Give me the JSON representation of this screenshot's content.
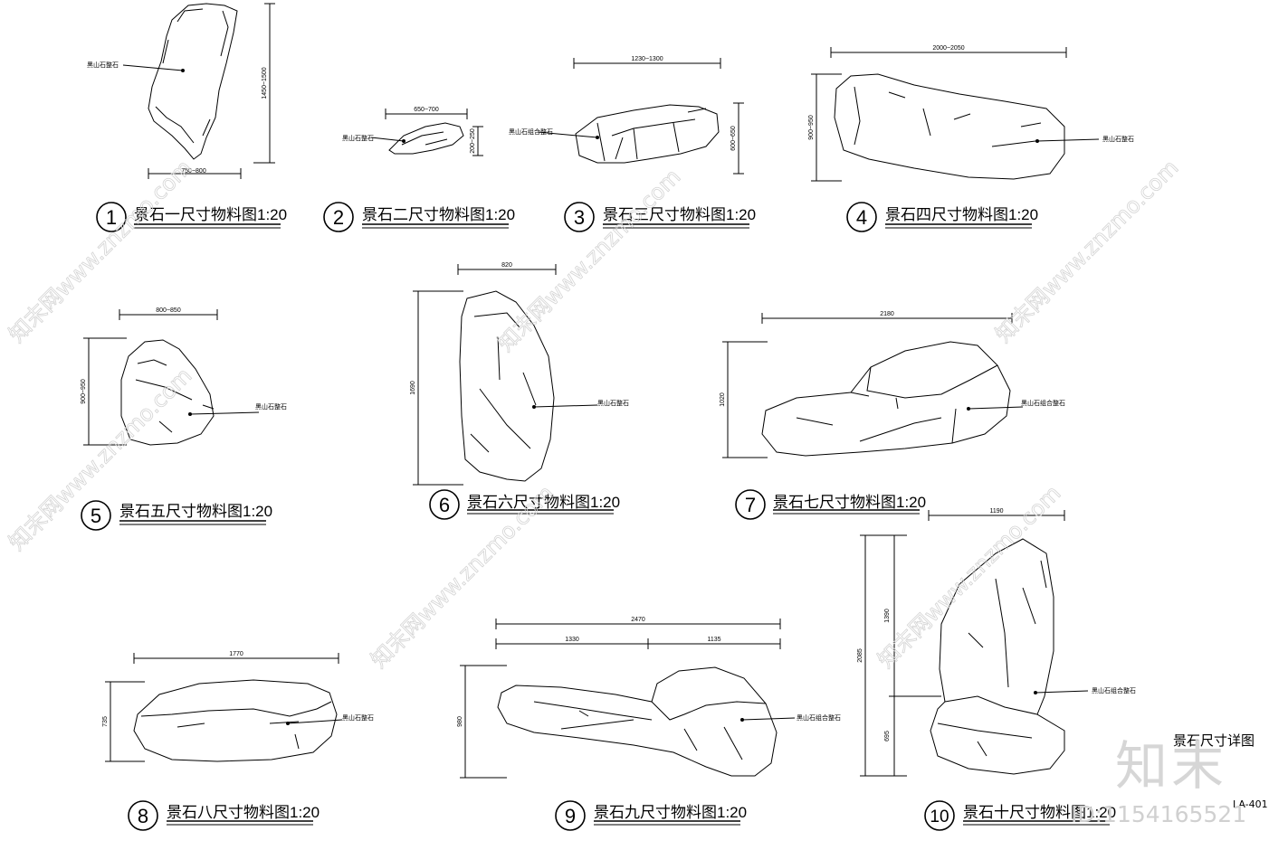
{
  "sheet": {
    "title": "景石尺寸详图",
    "number": "LA-401",
    "watermark_brand": "知末",
    "watermark_id": "ID:1154165521",
    "watermark_repeat": "知末网www.znzmo.com"
  },
  "stones": [
    {
      "num": "1",
      "title": "景石一尺寸物料图",
      "scale": "1:20",
      "material": "黑山石整石",
      "dims": [
        "750~800",
        "1450~1500"
      ]
    },
    {
      "num": "2",
      "title": "景石二尺寸物料图",
      "scale": "1:20",
      "material": "黑山石整石",
      "dims": [
        "650~700",
        "200~250"
      ]
    },
    {
      "num": "3",
      "title": "景石三尺寸物料图",
      "scale": "1:20",
      "material": "黑山石组合整石",
      "dims": [
        "1230~1300",
        "600~650"
      ]
    },
    {
      "num": "4",
      "title": "景石四尺寸物料图",
      "scale": "1:20",
      "material": "黑山石整石",
      "dims": [
        "2000~2050",
        "900~950"
      ]
    },
    {
      "num": "5",
      "title": "景石五尺寸物料图",
      "scale": "1:20",
      "material": "黑山石整石",
      "dims": [
        "800~850",
        "900~950"
      ]
    },
    {
      "num": "6",
      "title": "景石六尺寸物料图",
      "scale": "1:20",
      "material": "黑山石整石",
      "dims": [
        "820",
        "1690"
      ]
    },
    {
      "num": "7",
      "title": "景石七尺寸物料图",
      "scale": "1:20",
      "material": "黑山石组合整石",
      "dims": [
        "2180",
        "1020"
      ]
    },
    {
      "num": "8",
      "title": "景石八尺寸物料图",
      "scale": "1:20",
      "material": "黑山石整石",
      "dims": [
        "1770",
        "735"
      ]
    },
    {
      "num": "9",
      "title": "景石九尺寸物料图",
      "scale": "1:20",
      "material": "黑山石组合整石",
      "dims": [
        "2470",
        "1330",
        "1135",
        "980"
      ]
    },
    {
      "num": "10",
      "title": "景石十尺寸物料图",
      "scale": "1:20",
      "material": "黑山石组合整石",
      "dims": [
        "1190",
        "2085",
        "1390",
        "695"
      ]
    }
  ]
}
